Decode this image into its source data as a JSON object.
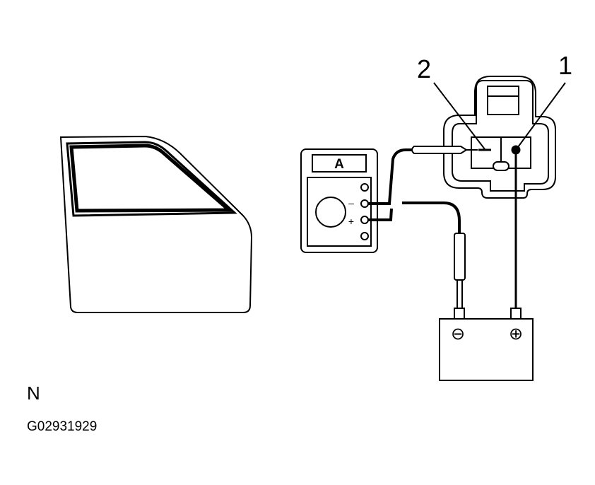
{
  "callouts": {
    "terminal_2": "2",
    "terminal_1": "1"
  },
  "ammeter": {
    "display_label": "A",
    "minus_sign": "–",
    "plus_sign": "+"
  },
  "battery": {
    "negative_sign": "⊖",
    "positive_sign": "⊕"
  },
  "footer": {
    "view_letter": "N",
    "figure_code": "G02931929"
  },
  "colors": {
    "line": "#000000",
    "background": "#ffffff"
  }
}
